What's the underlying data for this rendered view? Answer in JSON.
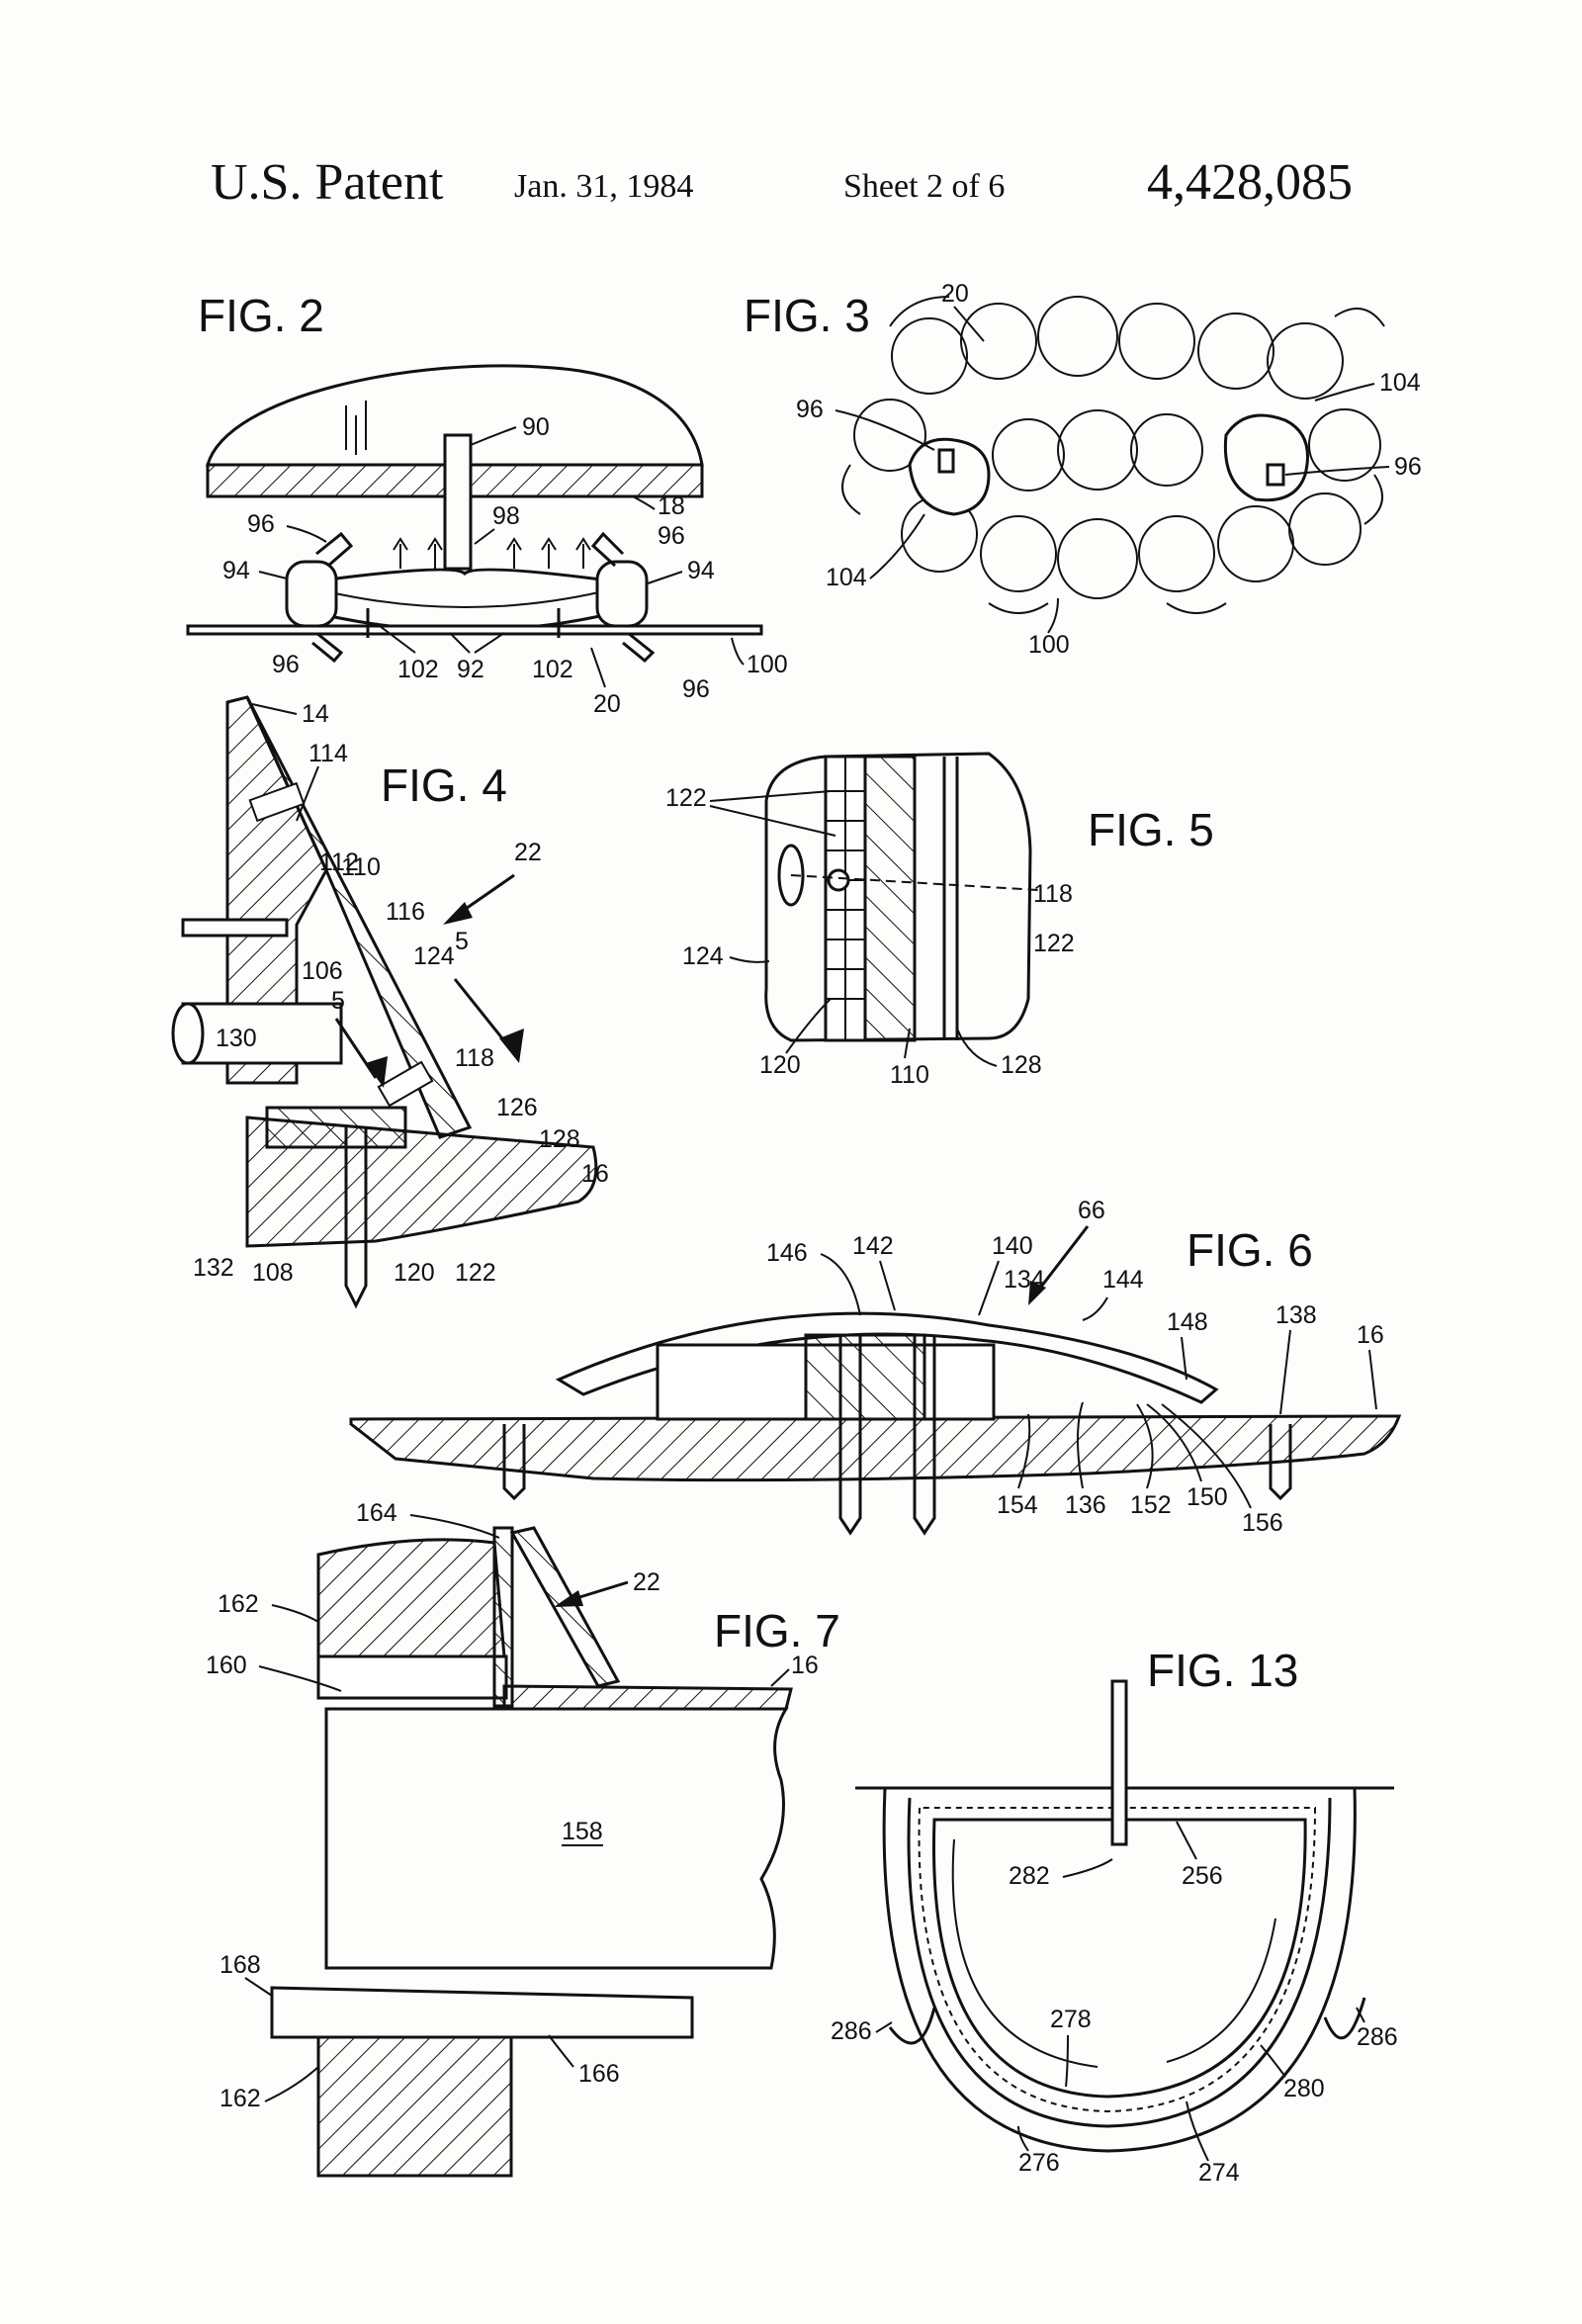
{
  "header": {
    "title": "U.S. Patent",
    "date": "Jan. 31, 1984",
    "sheet": "Sheet 2 of 6",
    "patent_number": "4,428,085"
  },
  "figures": {
    "fig2": {
      "label": "FIG. 2",
      "refs": [
        "90",
        "18",
        "96",
        "96",
        "98",
        "94",
        "94",
        "96",
        "102",
        "92",
        "102",
        "20",
        "96",
        "100"
      ]
    },
    "fig3": {
      "label": "FIG. 3",
      "refs": [
        "20",
        "104",
        "96",
        "96",
        "104",
        "100"
      ]
    },
    "fig4": {
      "label": "FIG. 4",
      "refs": [
        "14",
        "114",
        "112",
        "110",
        "22",
        "116",
        "124",
        "5",
        "106",
        "130",
        "5",
        "118",
        "126",
        "128",
        "16",
        "132",
        "108",
        "120",
        "122"
      ]
    },
    "fig5": {
      "label": "FIG. 5",
      "refs": [
        "122",
        "118",
        "122",
        "124",
        "120",
        "110",
        "128"
      ]
    },
    "fig6": {
      "label": "FIG. 6",
      "refs": [
        "66",
        "146",
        "142",
        "140",
        "134",
        "144",
        "148",
        "138",
        "16",
        "154",
        "136",
        "152",
        "150",
        "156"
      ]
    },
    "fig7": {
      "label": "FIG. 7",
      "refs": [
        "164",
        "22",
        "162",
        "160",
        "16",
        "158",
        "168",
        "166",
        "162"
      ]
    },
    "fig13": {
      "label": "FIG. 13",
      "refs": [
        "282",
        "256",
        "286",
        "278",
        "286",
        "280",
        "276",
        "274"
      ]
    }
  }
}
